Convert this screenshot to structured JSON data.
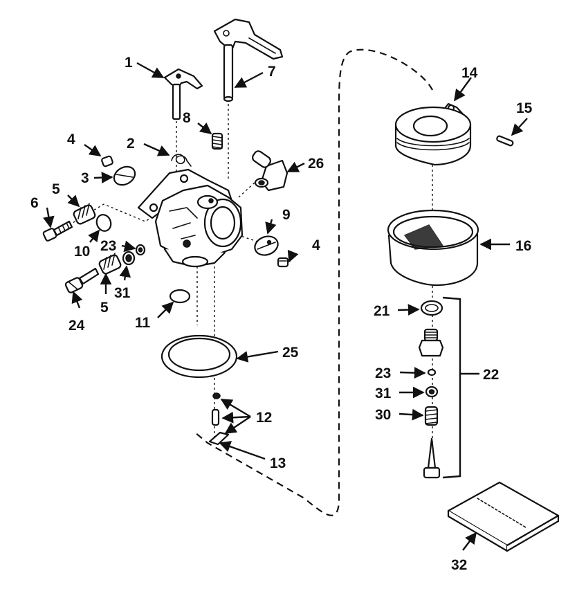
{
  "diagram": {
    "callouts": [
      {
        "id": "c1",
        "text": "1"
      },
      {
        "id": "c2",
        "text": "2"
      },
      {
        "id": "c3",
        "text": "3"
      },
      {
        "id": "c4a",
        "text": "4"
      },
      {
        "id": "c4b",
        "text": "4"
      },
      {
        "id": "c5a",
        "text": "5"
      },
      {
        "id": "c5b",
        "text": "5"
      },
      {
        "id": "c6",
        "text": "6"
      },
      {
        "id": "c7",
        "text": "7"
      },
      {
        "id": "c8",
        "text": "8"
      },
      {
        "id": "c9",
        "text": "9"
      },
      {
        "id": "c10",
        "text": "10"
      },
      {
        "id": "c11",
        "text": "11"
      },
      {
        "id": "c12",
        "text": "12"
      },
      {
        "id": "c13",
        "text": "13"
      },
      {
        "id": "c14",
        "text": "14"
      },
      {
        "id": "c15",
        "text": "15"
      },
      {
        "id": "c16",
        "text": "16"
      },
      {
        "id": "c21",
        "text": "21"
      },
      {
        "id": "c22",
        "text": "22"
      },
      {
        "id": "c23a",
        "text": "23"
      },
      {
        "id": "c23b",
        "text": "23"
      },
      {
        "id": "c24",
        "text": "24"
      },
      {
        "id": "c25",
        "text": "25"
      },
      {
        "id": "c26",
        "text": "26"
      },
      {
        "id": "c30",
        "text": "30"
      },
      {
        "id": "c31a",
        "text": "31"
      },
      {
        "id": "c31b",
        "text": "31"
      },
      {
        "id": "c32",
        "text": "32"
      }
    ]
  }
}
